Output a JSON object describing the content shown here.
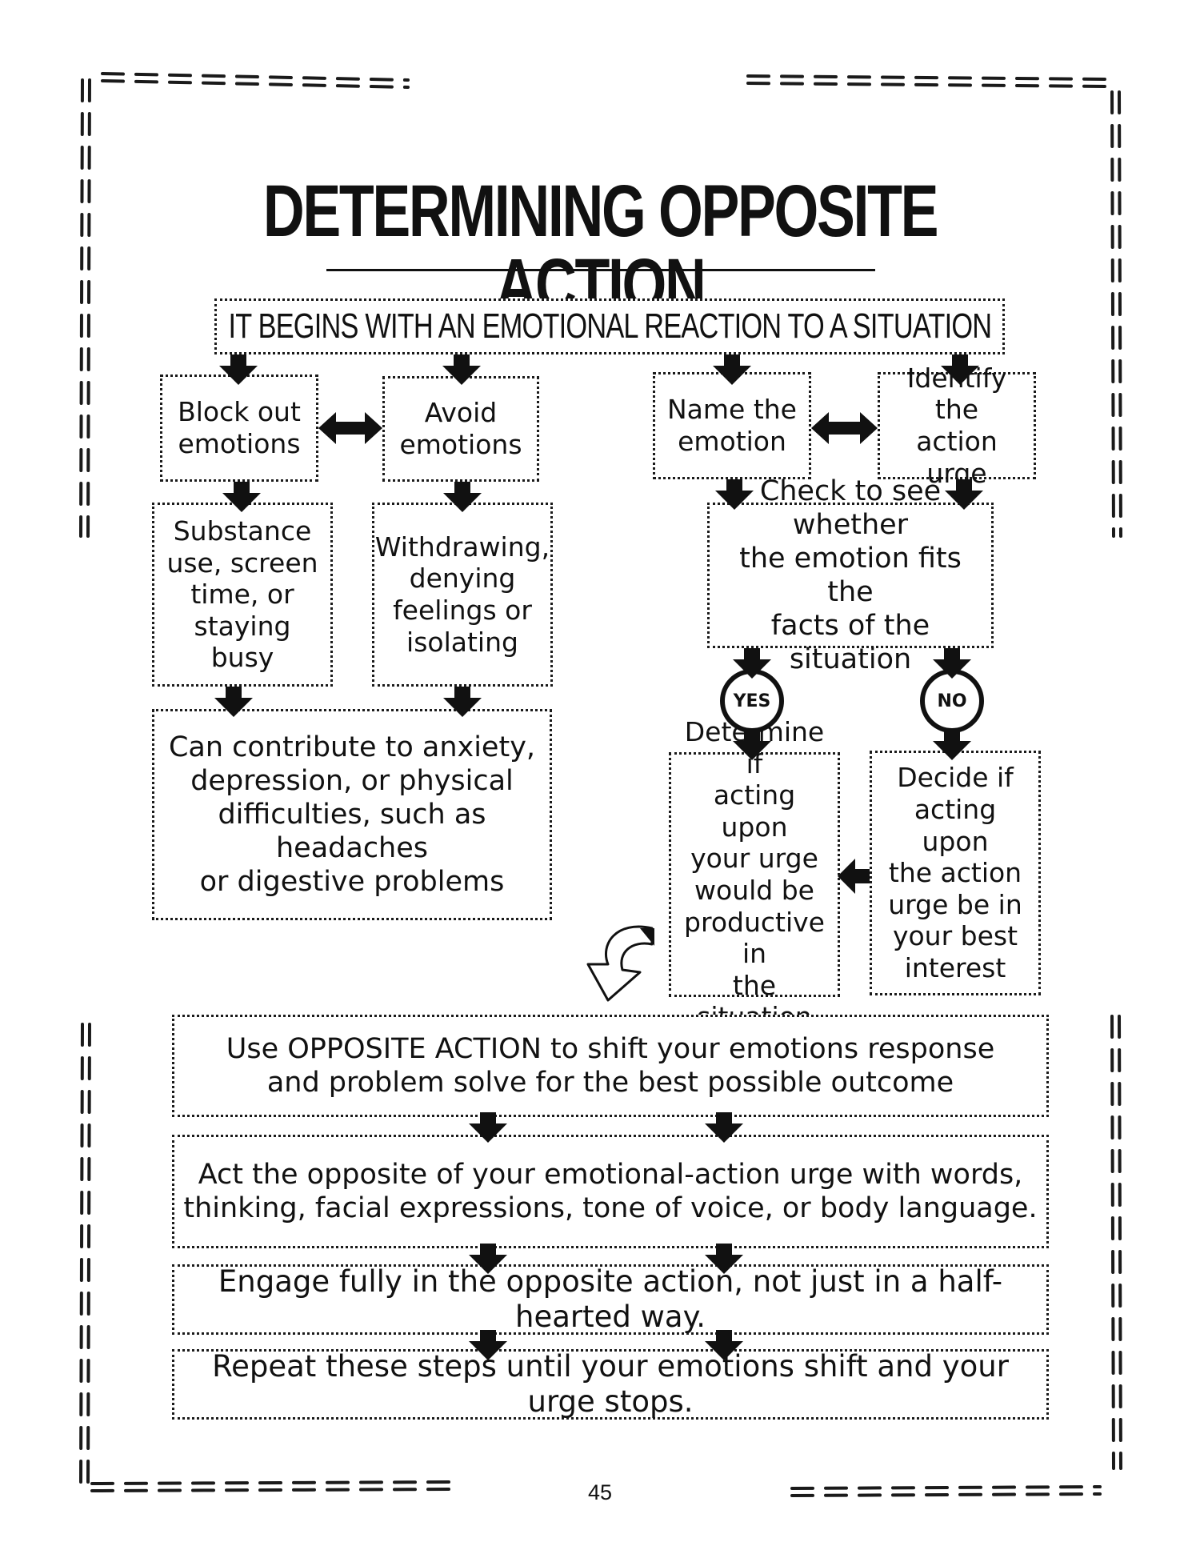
{
  "title": "DETERMINING OPPOSITE ACTION",
  "start": "IT BEGINS WITH AN EMOTIONAL REACTION TO A SITUATION",
  "left": {
    "block": "Block out\nemotions",
    "avoid": "Avoid\nemotions",
    "substance": "Substance\nuse, screen\ntime, or\nstaying busy",
    "withdrawing": "Withdrawing,\ndenying\nfeelings or\nisolating",
    "contribute": "Can contribute to anxiety,\ndepression, or physical\ndifficulties, such as headaches\nor digestive problems"
  },
  "right": {
    "name": "Name the\nemotion",
    "identify": "Identify the\naction urge",
    "check": "Check to see whether\nthe emotion fits the\nfacts of the situation",
    "yes": "YES",
    "no": "NO",
    "determine": "Determine if\nacting upon\nyour urge\nwould be\nproductive in\nthe situation",
    "decide": "Decide if\nacting upon\nthe action\nurge be in\nyour best\ninterest"
  },
  "steps": [
    "Use OPPOSITE ACTION to shift your emotions response\nand problem solve for the best possible outcome",
    "Act the opposite of your emotional-action urge with words,\nthinking, facial expressions, tone of voice, or body language.",
    "Engage fully in the opposite action, not just in a half-hearted way.",
    "Repeat these steps until your emotions shift and your urge stops."
  ],
  "page_number": "45"
}
